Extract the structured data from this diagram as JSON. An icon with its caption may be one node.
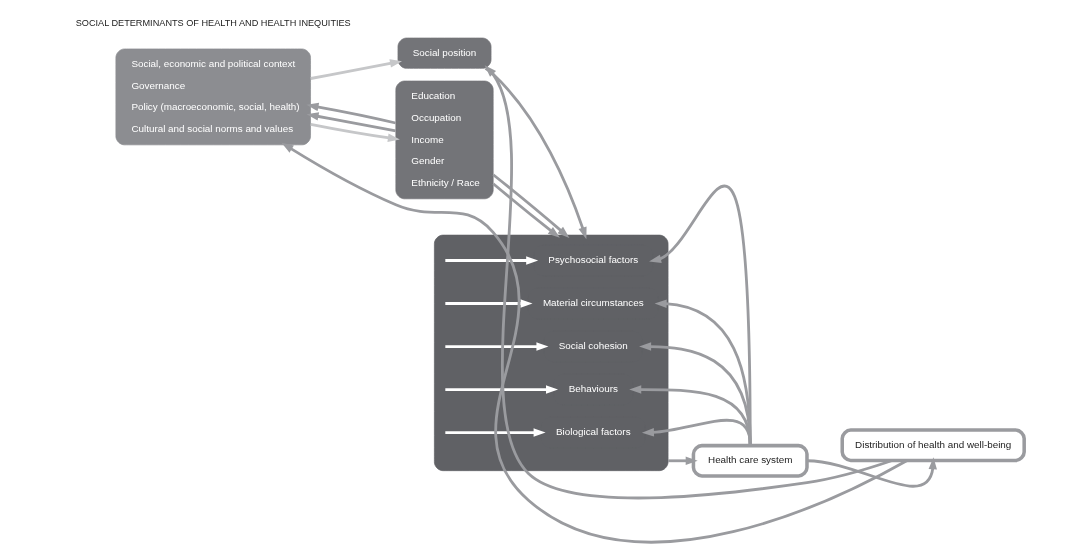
{
  "diagram": {
    "nodes": [
      {
        "text": [
          "Social, economic and political context",
          "Governance",
          "Policy (macroeconomic, social, health)",
          "Cultural and social norms and values"
        ]
      },
      {
        "text": [
          "Social position"
        ]
      },
      {
        "text": [
          "Education",
          "Occupation",
          "Income",
          "Gender",
          "Ethnicity / Race"
        ]
      },
      {
        "text": [],
        "shape": "box"
      },
      {
        "text": [
          "Material circumstances"
        ],
        "in": 3
      },
      {
        "text": [
          "Social cohesion"
        ],
        "in": 3
      },
      {
        "text": [
          "Psychosocial factors"
        ],
        "in": 3
      },
      {
        "text": [
          "Behaviours"
        ],
        "in": 3
      },
      {
        "text": [
          "Biological factors"
        ],
        "in": 3
      },
      {
        "text": [
          "Health care system"
        ]
      },
      {
        "text": [
          "Distribution of health and well-being"
        ]
      }
    ],
    "edges": [
      {
        "from": 10,
        "to": 0,
        "arrow": "to"
      },
      {
        "from": 10,
        "to": 1,
        "arrow": "to"
      },
      {
        "from": 0,
        "to": 1,
        "arrow": "to",
        "color": "#c6c7c9"
      },
      {
        "from": 2,
        "to": 0,
        "arrow": "to"
      },
      {
        "from": 0,
        "to": 2,
        "arrow": "to",
        "color": "#c6c7c9"
      },
      {
        "from": 2,
        "to": 0,
        "arrow": "to"
      },
      {
        "from": 1,
        "to": 3,
        "arrow": "to"
      },
      {
        "from": 2,
        "to": 3,
        "arrow": "to"
      },
      {
        "from": 2,
        "to": 3,
        "arrow": "to"
      },
      {
        "from": null,
        "to": 4,
        "arrow": "to",
        "color": "#ffffff"
      },
      {
        "from": null,
        "to": 5,
        "arrow": "to",
        "color": "#ffffff"
      },
      {
        "from": null,
        "to": 6,
        "arrow": "to",
        "color": "#ffffff"
      },
      {
        "from": null,
        "to": 7,
        "arrow": "to",
        "color": "#ffffff"
      },
      {
        "from": null,
        "to": 8,
        "arrow": "to",
        "color": "#ffffff"
      },
      {
        "from": 3,
        "to": 9,
        "arrow": "to"
      },
      {
        "from": 9,
        "to": 4,
        "arrow": "to"
      },
      {
        "from": 9,
        "to": 5,
        "arrow": "to"
      },
      {
        "from": 9,
        "to": 6,
        "arrow": "to"
      },
      {
        "from": 9,
        "to": 7,
        "arrow": "to"
      },
      {
        "from": 9,
        "to": 8,
        "arrow": "to"
      },
      {
        "from": 9,
        "to": 10,
        "arrow": "to"
      }
    ],
    "labels": [
      "SOCIAL DETERMINANTS OF HEALTH AND HEALTH INEQUITIES"
    ]
  }
}
